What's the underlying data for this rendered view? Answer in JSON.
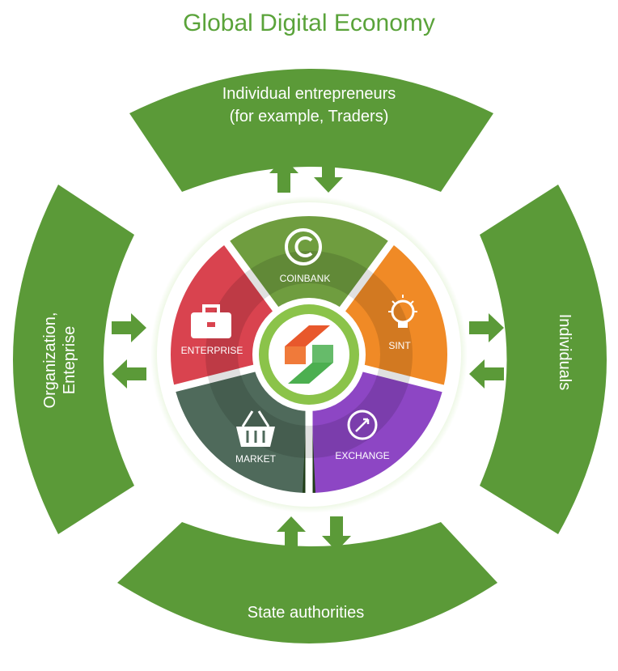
{
  "title": "Global Digital Economy",
  "outer_segments": {
    "top": {
      "line1": "Individual entrepreneurs",
      "line2": "(for example, Traders)"
    },
    "left": {
      "line1": "Organization,",
      "line2": "Enteprise"
    },
    "right": {
      "line1": "Individuals"
    },
    "bottom": {
      "line1": "State authorities"
    }
  },
  "modules": {
    "coinbank": "COINBANK",
    "sint": "SINT",
    "exchange": "EXCHANGE",
    "market": "MARKET",
    "enterprise": "ENTERPRISE"
  },
  "colors": {
    "outer_green": "#5b9a38",
    "title_green": "#5aa33a",
    "coinbank": "#6f9d3f",
    "sint": "#f08a26",
    "exchange": "#8d46c4",
    "market": "#4f6a5b",
    "enterprise": "#d9434f",
    "center_ring": "#8bc34a",
    "logo_orange": "#e8582c",
    "logo_green": "#4caf50"
  }
}
